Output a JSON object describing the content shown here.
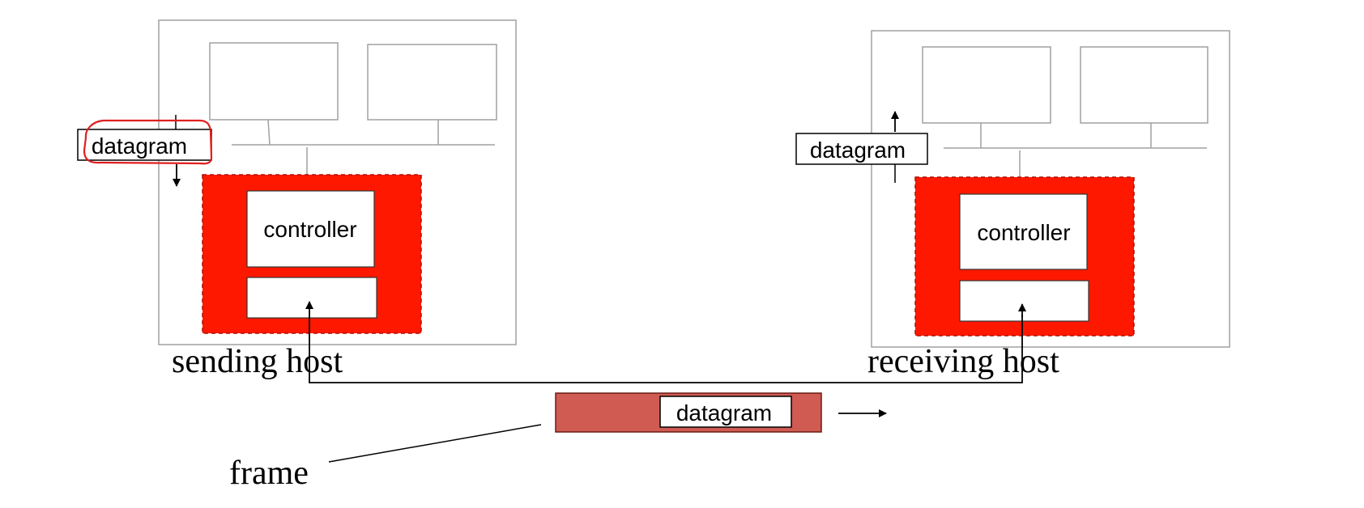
{
  "sending_host": {
    "label": "sending host",
    "datagram_label": "datagram",
    "controller_label": "controller"
  },
  "receiving_host": {
    "label": "receiving host",
    "datagram_label": "datagram",
    "controller_label": "controller"
  },
  "link": {
    "frame_label": "frame",
    "frame_datagram_label": "datagram"
  },
  "colors": {
    "adapter_fill": "#ff1800",
    "frame_fill": "#cf5b53",
    "annotation_stroke": "#e02020",
    "host_border": "#a0a0a0"
  }
}
